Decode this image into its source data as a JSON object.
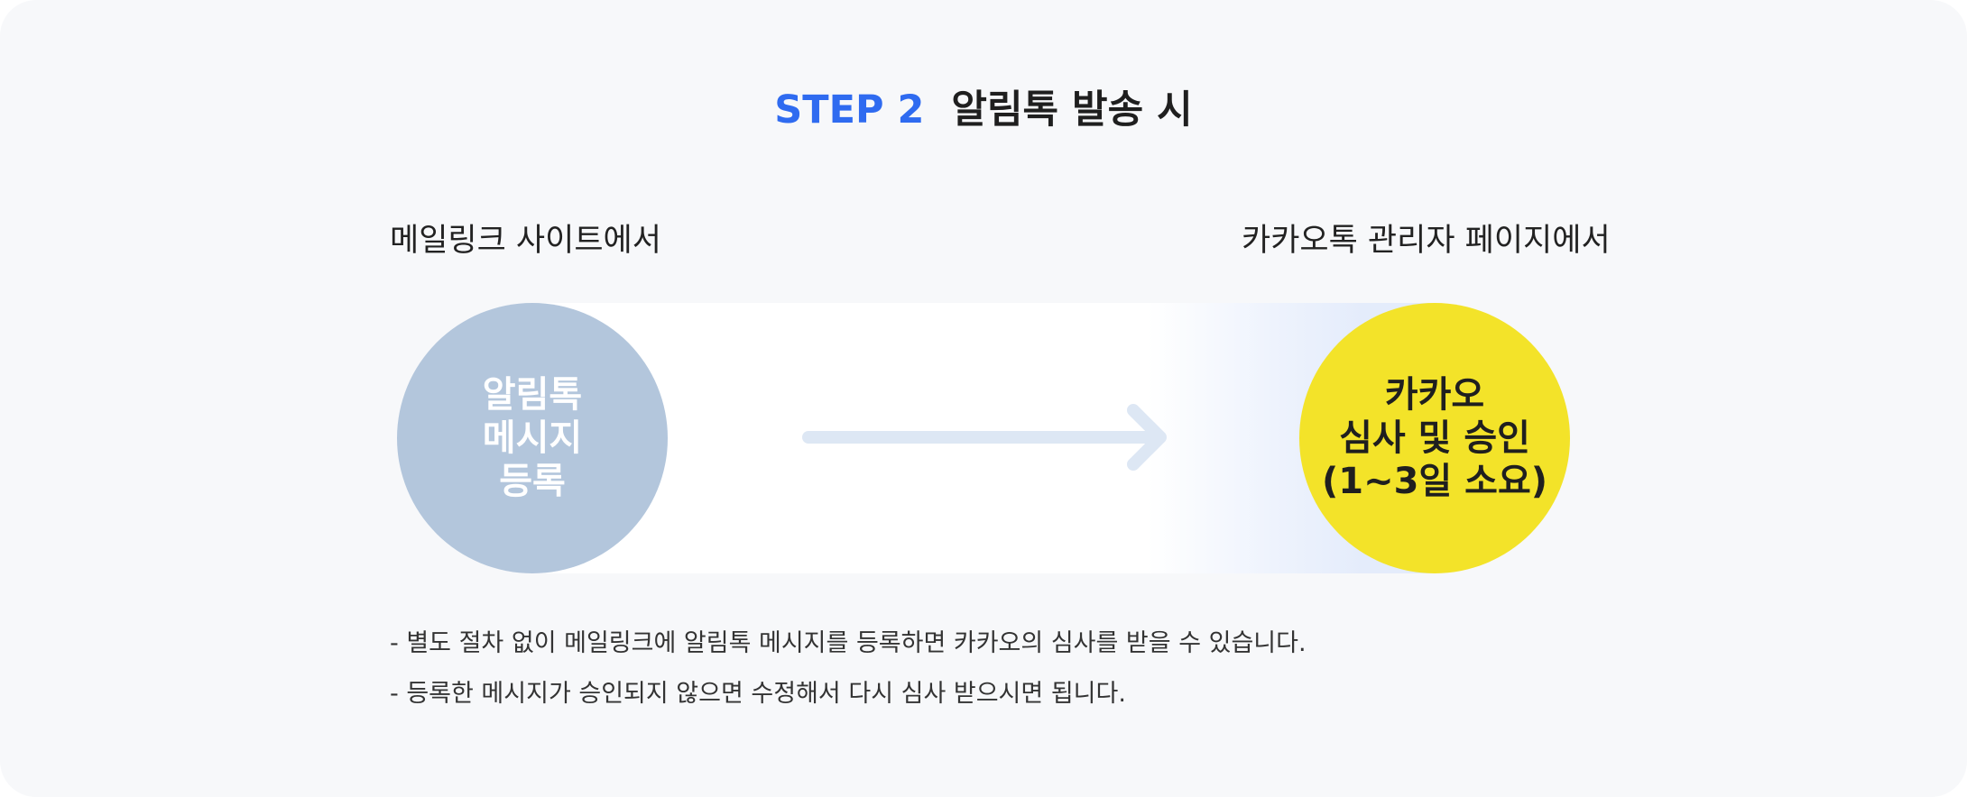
{
  "title": {
    "step": "STEP 2",
    "main": "알림톡 발송 시"
  },
  "stages": {
    "left": {
      "label": "메일링크 사이트에서",
      "circle_lines": [
        "알림톡",
        "메시지",
        "등록"
      ]
    },
    "right": {
      "label": "카카오톡 관리자 페이지에서",
      "circle_lines": [
        "카카오",
        "심사 및 승인",
        "(1~3일 소요)"
      ]
    }
  },
  "notes": [
    "- 별도 절차 없이 메일링크에 알림톡 메시지를 등록하면 카카오의 심사를 받을 수 있습니다.",
    "- 등록한 메시지가 승인되지 않으면 수정해서 다시 심사 받으시면 됩니다."
  ],
  "colors": {
    "accent": "#2f6bf0",
    "left_circle": "#b3c6dc",
    "right_circle": "#f3e329",
    "arrow": "#dde7f4"
  },
  "icons": {
    "arrow": "arrow-right-icon"
  }
}
